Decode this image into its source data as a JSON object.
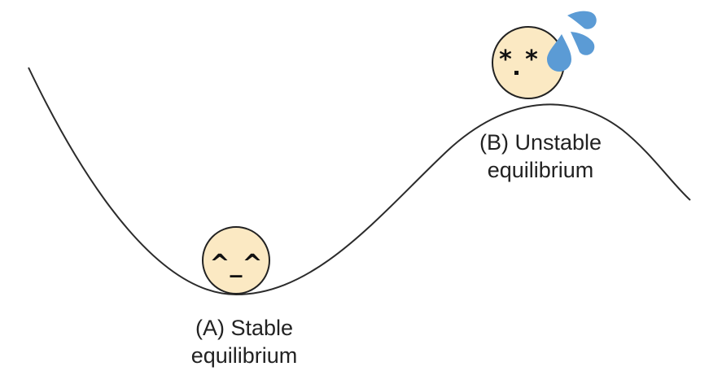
{
  "diagram": {
    "stable": {
      "face": "^_^",
      "caption_line1": "(A) Stable",
      "caption_line2": "equilibrium"
    },
    "unstable": {
      "face_left_eye": "*",
      "face_right_eye": "*",
      "face_mouth": ".",
      "caption_line1": "(B) Unstable",
      "caption_line2": "equilibrium"
    }
  },
  "colors": {
    "ball_fill": "#fbe9c3",
    "ball_stroke": "#222222",
    "curve": "#2b2b2b",
    "sweat_drop": "#5b9bd5",
    "text": "#222222"
  }
}
